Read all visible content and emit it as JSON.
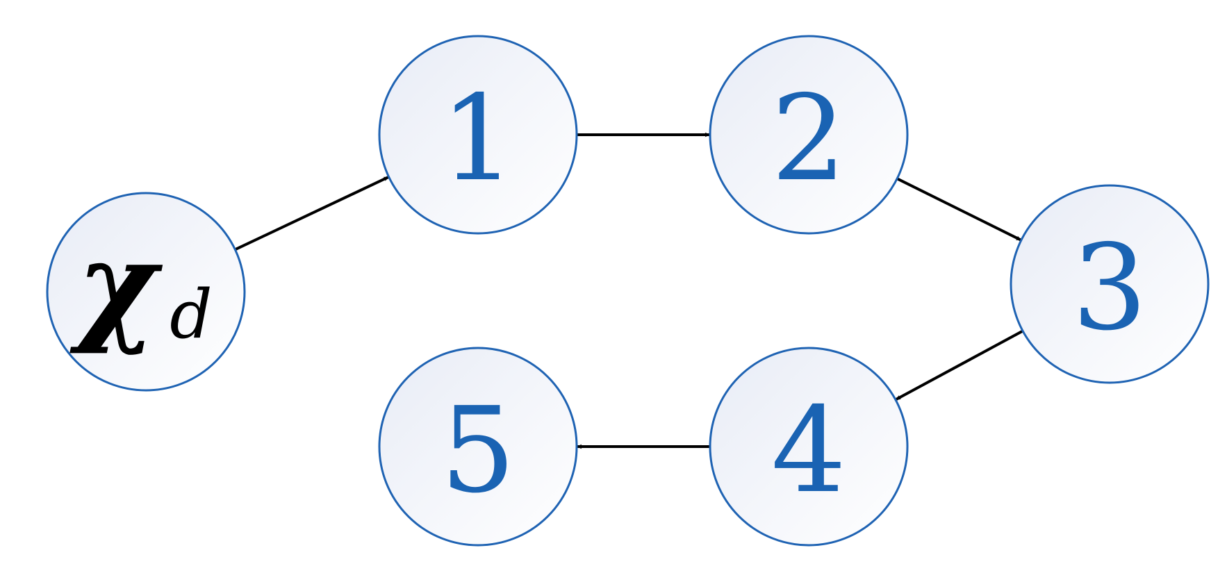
{
  "diagram": {
    "source_node": {
      "symbol": "χ",
      "subscript": "d"
    },
    "nodes": [
      {
        "id": "n1",
        "label": "1"
      },
      {
        "id": "n2",
        "label": "2"
      },
      {
        "id": "n3",
        "label": "3"
      },
      {
        "id": "n4",
        "label": "4"
      },
      {
        "id": "n5",
        "label": "5"
      }
    ],
    "edges": [
      {
        "from": "xd",
        "to": "n1"
      },
      {
        "from": "n1",
        "to": "n2"
      },
      {
        "from": "n2",
        "to": "n3"
      },
      {
        "from": "n3",
        "to": "n4"
      },
      {
        "from": "n4",
        "to": "n5"
      }
    ],
    "colors": {
      "node_stroke": "#1f63b3",
      "node_label": "#1a63b3",
      "node_fill_top": "#e8ecf6",
      "node_fill_bottom": "#ffffff",
      "edge": "#000000"
    }
  }
}
